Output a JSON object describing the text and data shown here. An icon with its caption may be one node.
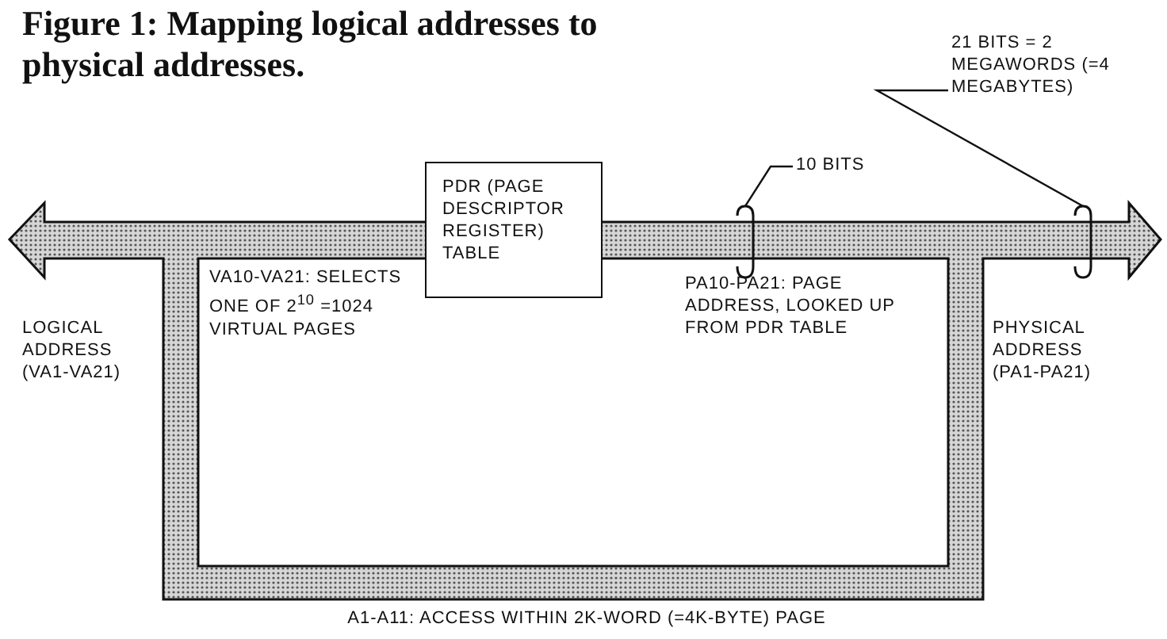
{
  "diagram": {
    "title": "Figure 1: Mapping logical addresses to physical addresses.",
    "nodes": [
      {
        "text": [
          "PDR (PAGE DESCRIPTOR REGISTER) TABLE"
        ]
      },
      {
        "text": [
          "10 BITS"
        ]
      },
      {
        "text": [
          "21 BITS = 2 MEGAWORDS (=4 MEGABYTES)"
        ]
      },
      {
        "text": [],
        "shape": "bracket"
      },
      {
        "text": [],
        "shape": "bracket"
      }
    ],
    "edges": [
      {
        "from": 1,
        "to": 3,
        "arrow": "none"
      },
      {
        "from": 2,
        "to": 4,
        "arrow": "none"
      }
    ],
    "labels": [
      "LOGICAL ADDRESS (VA1-VA21)",
      "VA10-VA21: SELECTS ONE OF 2$^{10}$ =1024 VIRTUAL PAGES",
      "PA10-PA21: PAGE ADDRESS, LOOKED UP FROM PDR TABLE",
      "PHYSICAL ADDRESS (PA1-PA21)",
      "A1-A11: ACCESS WITHIN 2K-WORD (=4K-BYTE) PAGE"
    ]
  }
}
